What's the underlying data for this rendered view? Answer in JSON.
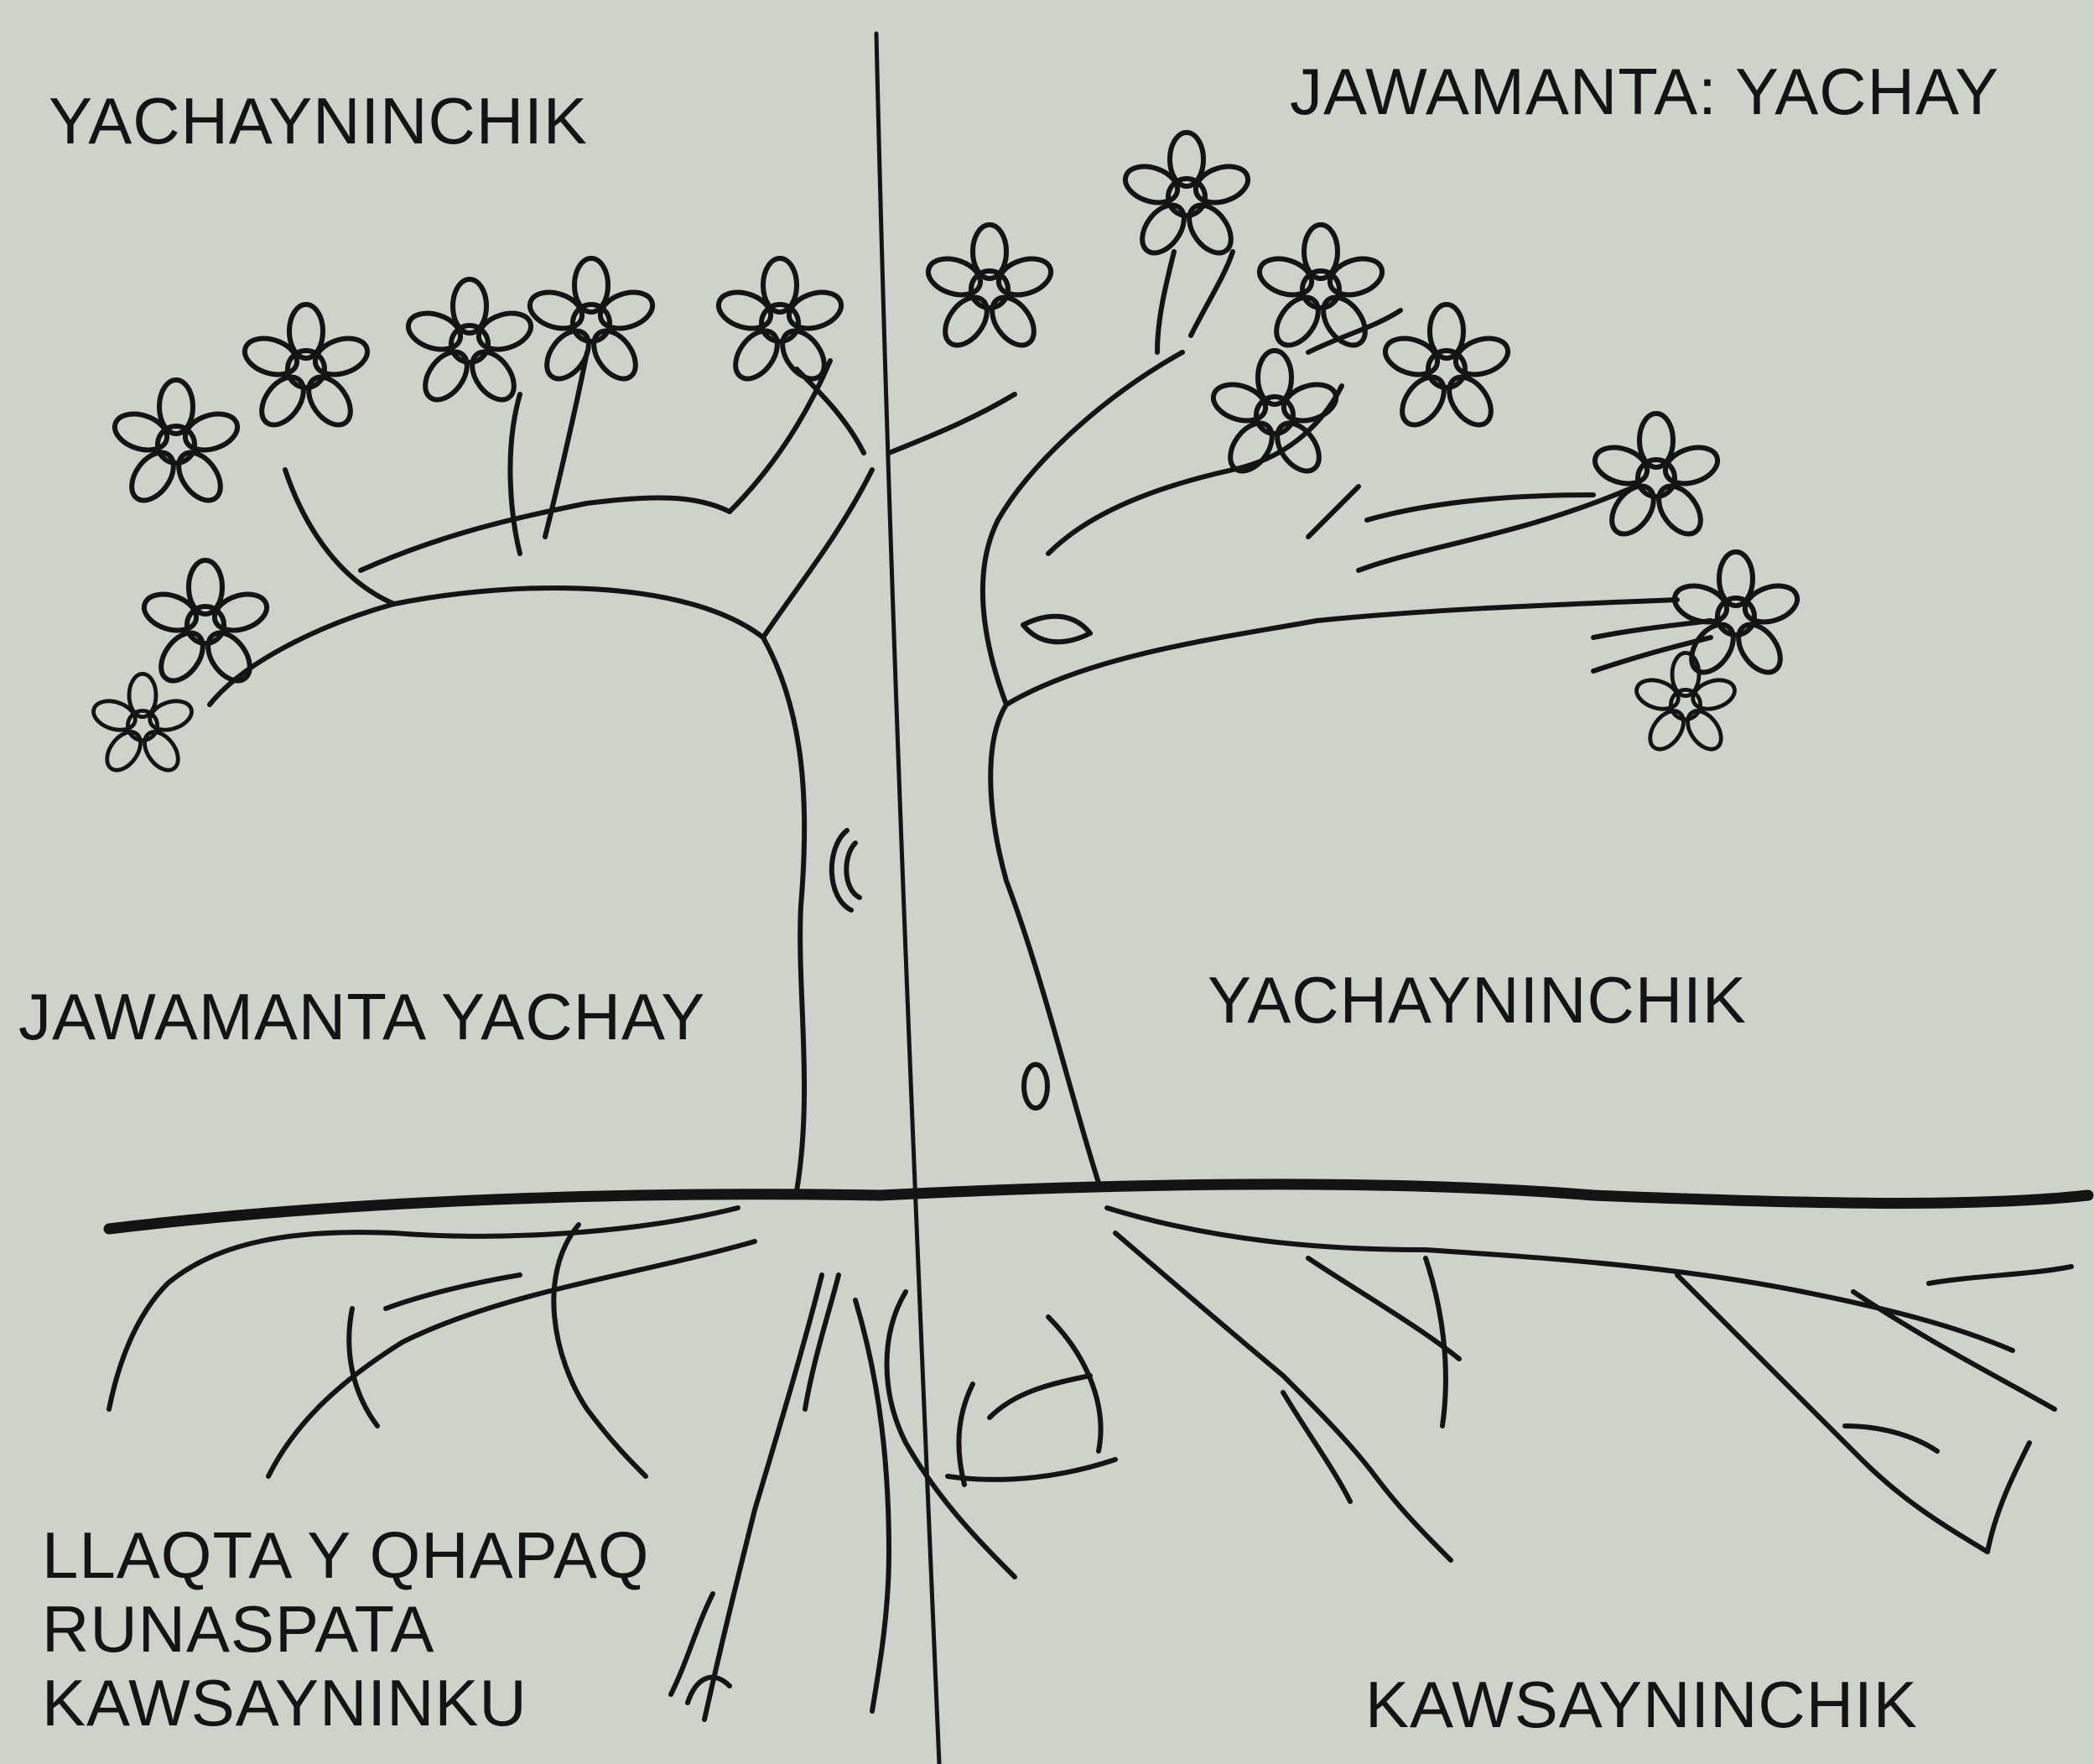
{
  "labels": {
    "top_left": "YACHAYNINCHIK",
    "top_right": "JAWAMANTA: YACHAY",
    "middle_left": "JAWAMANTA YACHAY",
    "middle_right": "YACHAYNINCHIK",
    "bottom_left": [
      "LLAQTA Y QHAPAQ",
      "RUNASPATA",
      "KAWSAYNINKU"
    ],
    "bottom_right": "KAWSAYNINCHIK"
  },
  "colors": {
    "background": "#cfd1cb",
    "ink": "#141414"
  }
}
